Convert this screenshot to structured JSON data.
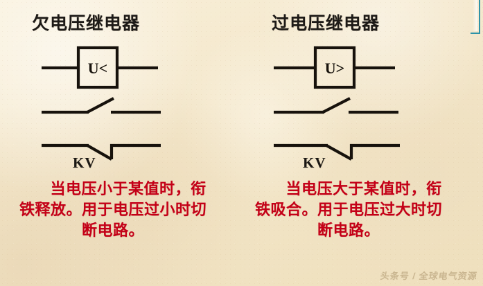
{
  "slide": {
    "background_color": "#f6ebd2",
    "accent_color": "#2e93a8",
    "text_color": "#1d1a17",
    "highlight_text_color": "#c40017"
  },
  "panels": [
    {
      "id": "undervoltage",
      "title": "欠电压继电器",
      "coil_label": "U<",
      "device_tag": "KV",
      "description": "当电压小于某值时，衔铁释放。用于电压过小时切断电路。",
      "symbols": [
        {
          "name": "coil",
          "label": "U<"
        },
        {
          "name": "normally-open-contact"
        },
        {
          "name": "normally-closed-contact"
        }
      ]
    },
    {
      "id": "overvoltage",
      "title": "过电压继电器",
      "coil_label": "U>",
      "device_tag": "KV",
      "description": "当电压大于某值时，衔铁吸合。用于电压过大时切断电路。",
      "symbols": [
        {
          "name": "coil",
          "label": "U>"
        },
        {
          "name": "normally-open-contact"
        },
        {
          "name": "normally-closed-contact"
        }
      ]
    }
  ],
  "watermark": {
    "text": "头条号 / 全球电气资源"
  }
}
